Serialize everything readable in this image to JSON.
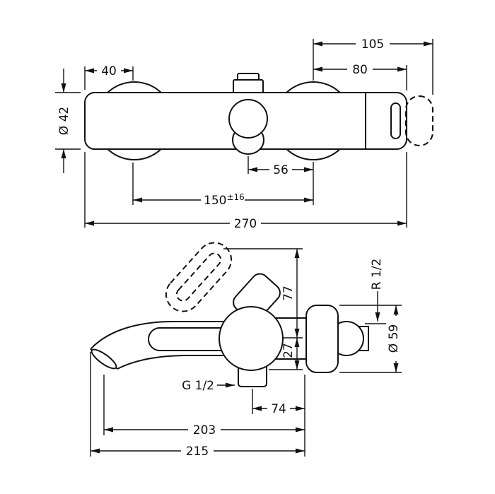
{
  "drawing": {
    "colors": {
      "line": "#111111",
      "background": "#ffffff"
    },
    "top_view": {
      "dim_105": "105",
      "dim_80": "80",
      "dim_40": "40",
      "dim_diameter": "Ø 42",
      "dim_56": "56",
      "dim_150": "150",
      "dim_150_tol": "±16",
      "dim_270": "270"
    },
    "front_view": {
      "dim_77": "77",
      "dim_27": "27",
      "thread_wall": "R 1/2",
      "dim_diameter": "Ø 59",
      "thread_bottom": "G 1/2",
      "dim_74": "74",
      "dim_203": "203",
      "dim_215": "215"
    }
  }
}
